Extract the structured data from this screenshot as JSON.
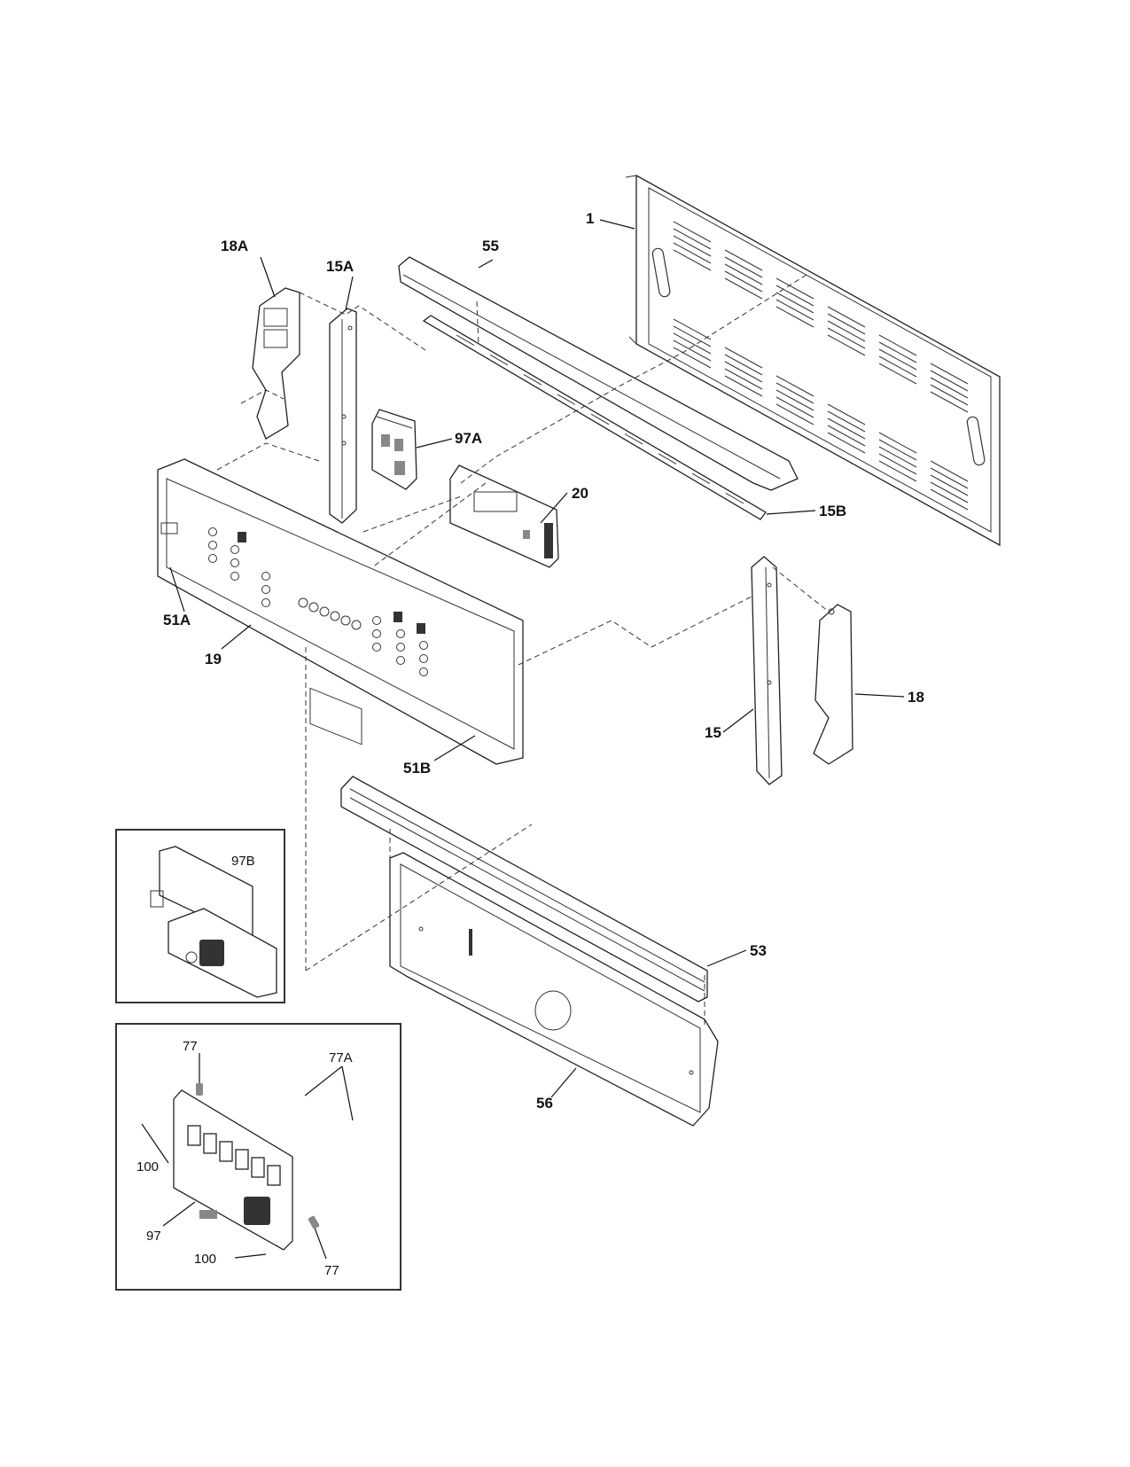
{
  "diagram": {
    "parts": [
      {
        "id": "1",
        "label": "1"
      },
      {
        "id": "55",
        "label": "55"
      },
      {
        "id": "18A",
        "label": "18A"
      },
      {
        "id": "15A",
        "label": "15A"
      },
      {
        "id": "97A",
        "label": "97A"
      },
      {
        "id": "20",
        "label": "20"
      },
      {
        "id": "15B",
        "label": "15B"
      },
      {
        "id": "51A",
        "label": "51A"
      },
      {
        "id": "19",
        "label": "19"
      },
      {
        "id": "51B",
        "label": "51B"
      },
      {
        "id": "18",
        "label": "18"
      },
      {
        "id": "15",
        "label": "15"
      },
      {
        "id": "53",
        "label": "53"
      },
      {
        "id": "56",
        "label": "56"
      }
    ],
    "inset_97b": {
      "label": "97B"
    },
    "inset_97": {
      "labels": {
        "p77_top": "77",
        "p77a": "77A",
        "p100_left": "100",
        "p97": "97",
        "p100_bottom": "100",
        "p77_bottom": "77"
      }
    }
  }
}
